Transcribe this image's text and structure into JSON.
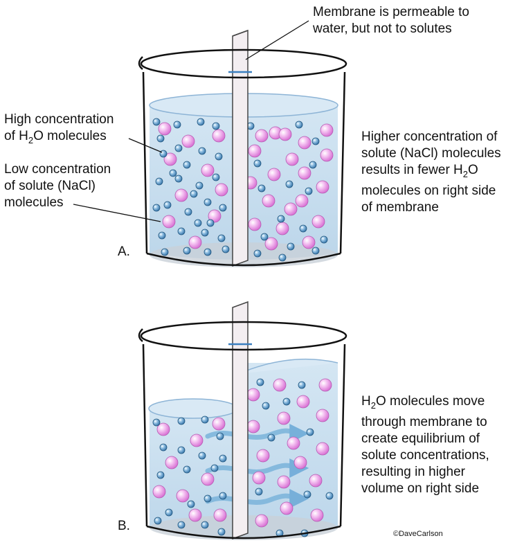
{
  "labels": {
    "membrane_note": "Membrane is permeable to\nwater, but not to solutes",
    "high_h2o_a": "High concentration",
    "high_h2o_b": "of H",
    "high_h2o_sub": "2",
    "high_h2o_c": "O molecules",
    "low_solute": "Low concentration\nof solute (NaCl)\nmolecules",
    "right_a_1": "Higher concentration of\nsolute (NaCl) molecules\nresults in fewer H",
    "right_a_sub": "2",
    "right_a_2": "O\nmolecules on right side\nof membrane",
    "panel_a": "A.",
    "panel_b": "B.",
    "right_b_1": "H",
    "right_b_sub": "2",
    "right_b_2": "O molecules move\nthrough membrane to\ncreate equilibrium of\nsolute concentrations,\nresulting in higher\nvolume on right side",
    "copyright": "©DaveCarlson"
  },
  "colors": {
    "water": "#c5dcee",
    "water_edge": "#8db4d6",
    "solute": "#e48fe0",
    "h2o_molecule": "#3f83b8",
    "arrow": "#7fb6dc",
    "membrane": "#f0e8ec",
    "membrane_band": "#3a7fc0"
  }
}
